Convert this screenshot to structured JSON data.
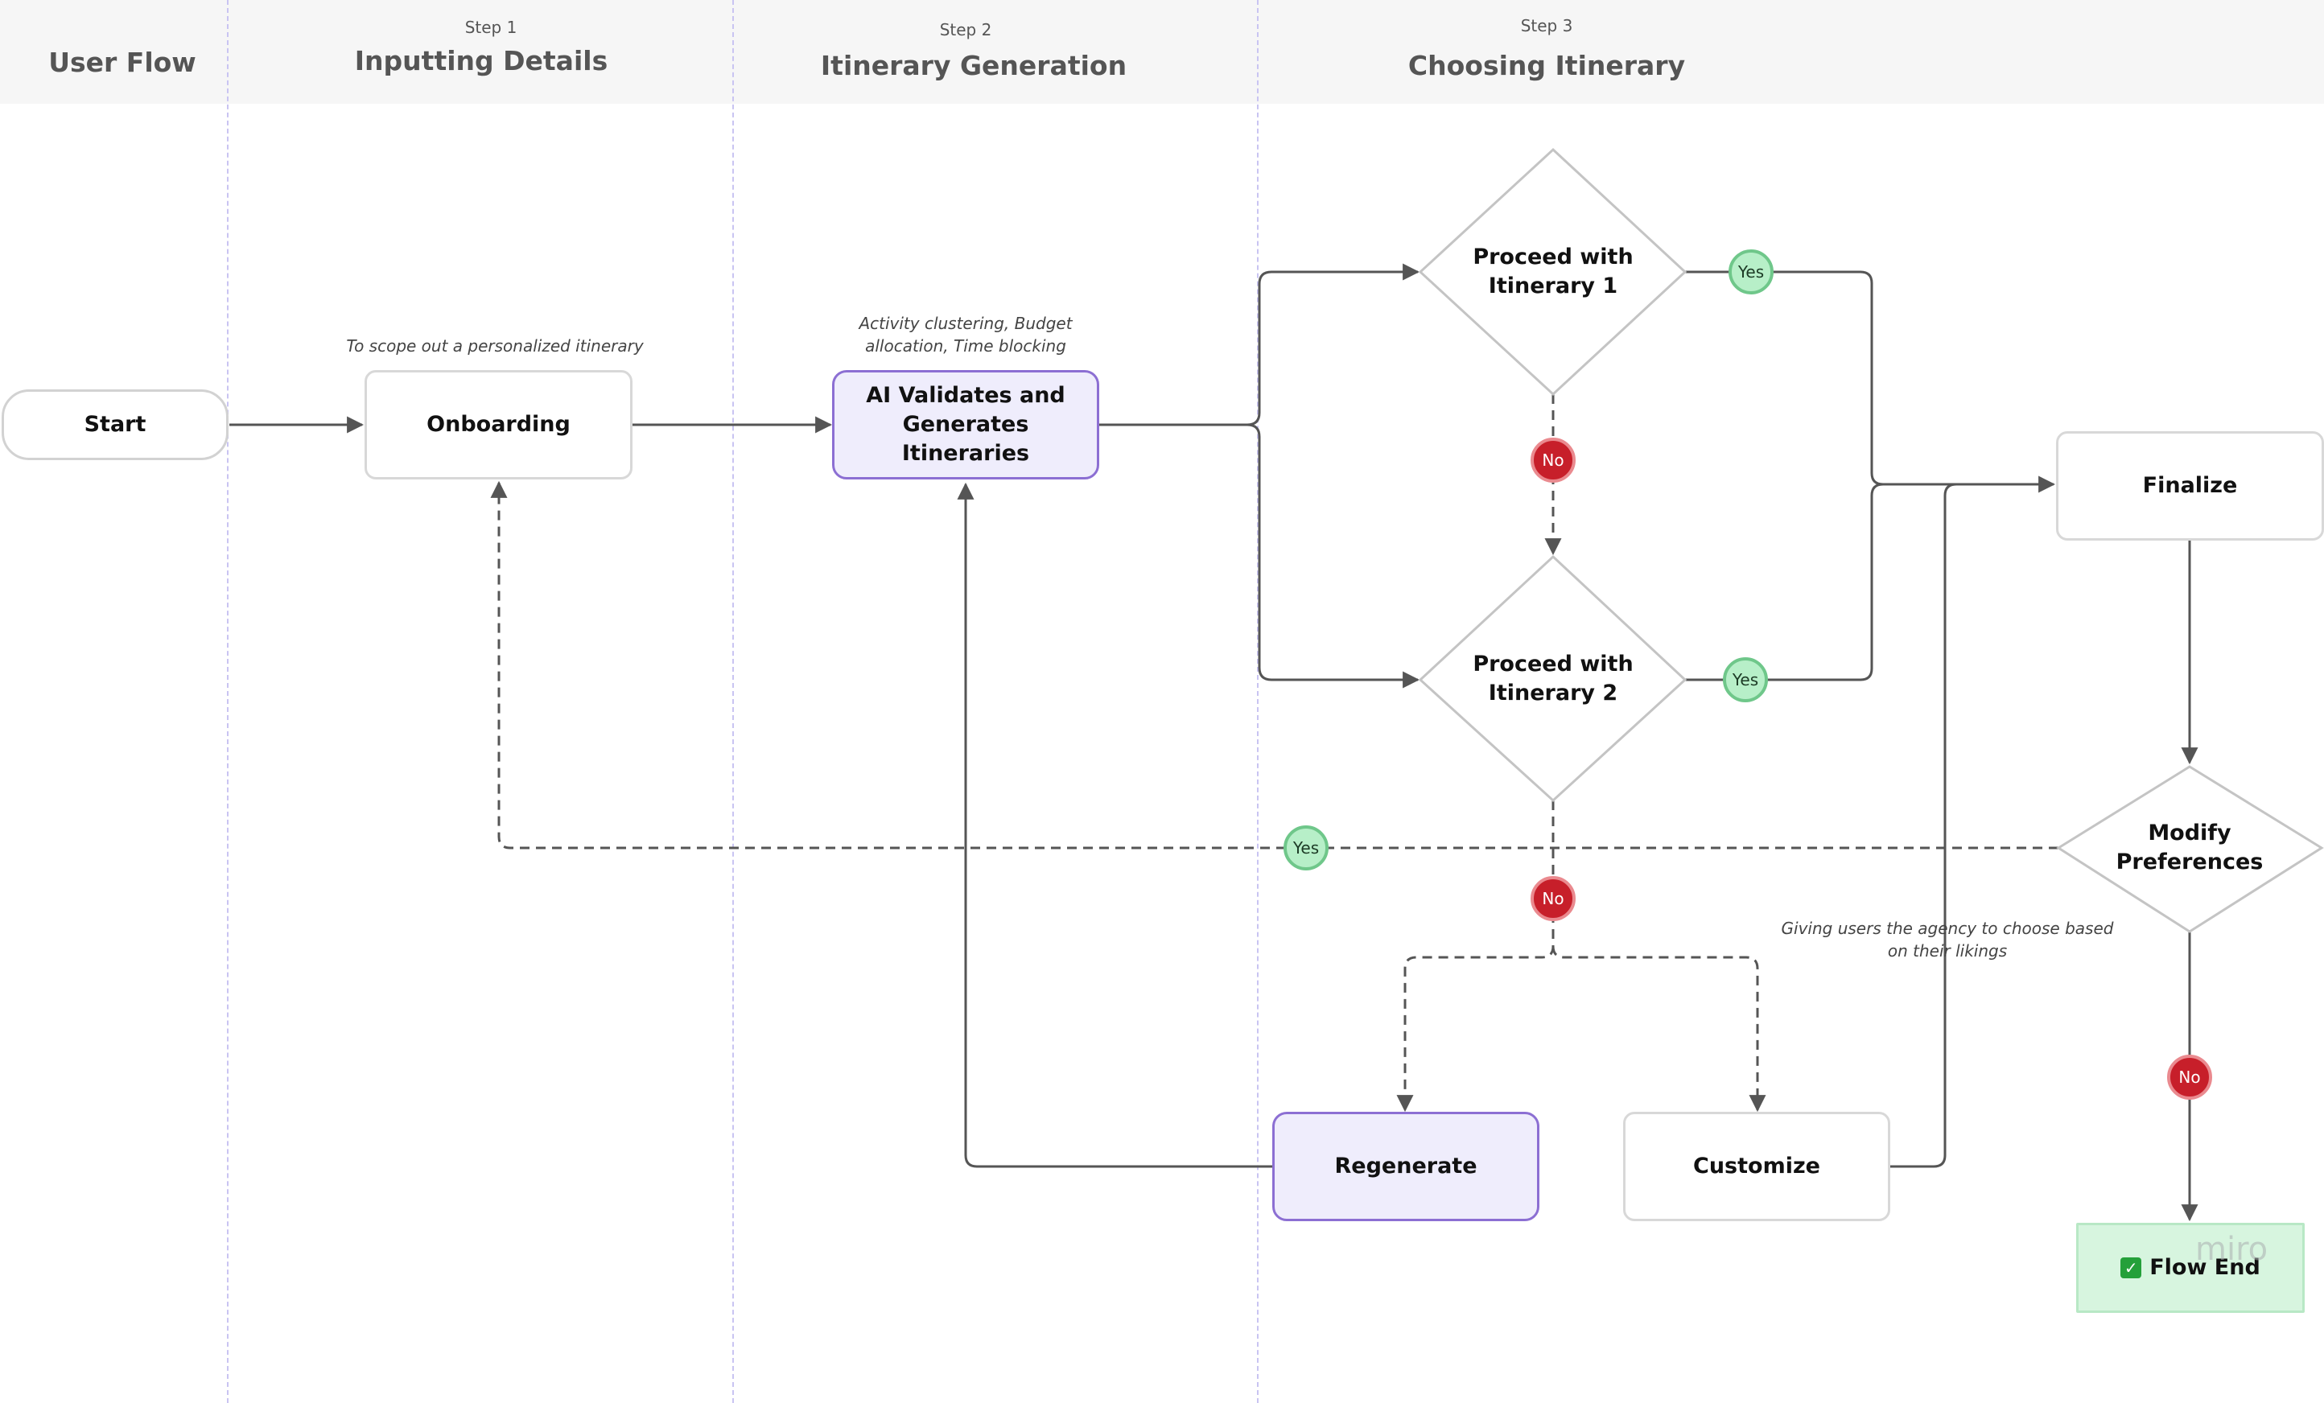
{
  "lanes": [
    {
      "title": "User Flow",
      "step": ""
    },
    {
      "title": "Inputting Details",
      "step": "Step 1"
    },
    {
      "title": "Itinerary Generation",
      "step": "Step 2"
    },
    {
      "title": "Choosing Itinerary",
      "step": "Step 3"
    }
  ],
  "nodes": {
    "start": "Start",
    "onboarding": "Onboarding",
    "ai": "AI Validates and Generates Itineraries",
    "proceed1": "Proceed with Itinerary 1",
    "proceed2": "Proceed with Itinerary 2",
    "finalize": "Finalize",
    "modify": "Modify Preferences",
    "regenerate": "Regenerate",
    "customize": "Customize",
    "flow_end": "Flow End"
  },
  "notes": {
    "onboarding": "To scope out a personalized itinerary",
    "ai": "Activity clustering, Budget allocation, Time blocking",
    "customize": "Giving users the agency to choose based on their likings"
  },
  "badges": {
    "yes": "Yes",
    "no": "No"
  },
  "icons": {
    "flow_end": "check-mark-icon"
  },
  "watermark": "miro",
  "colors": {
    "purple_border": "#8c6fd3",
    "purple_fill": "#efedfc",
    "yes_fill": "#b7efc8",
    "no_fill": "#c71f2a",
    "end_fill": "#d7f5df"
  }
}
